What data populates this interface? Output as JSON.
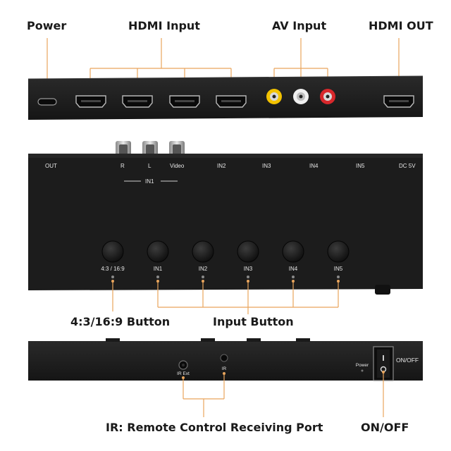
{
  "callouts": {
    "power": "Power",
    "hdmi_input": "HDMI Input",
    "av_input": "AV Input",
    "hdmi_out": "HDMI OUT",
    "aspect_button": "4:3/16:9 Button",
    "input_button": "Input Button",
    "ir_port": "IR: Remote Control Receiving Port",
    "on_off": "ON/OFF"
  },
  "top_panel": {
    "labels": {
      "out": "OUT",
      "r": "R",
      "l": "L",
      "video": "Video",
      "in1": "IN1",
      "in2": "IN2",
      "in3": "IN3",
      "in4": "IN4",
      "in5": "IN5",
      "dc": "DC 5V"
    },
    "buttons": [
      "4:3 / 16:9",
      "IN1",
      "IN2",
      "IN3",
      "IN4",
      "IN5"
    ]
  },
  "side_panel": {
    "ir_ext": "IR Ext",
    "ir": "IR",
    "power": "Power",
    "on_off": "ON/OFF"
  },
  "colors": {
    "device": "#1c1c1c",
    "leader": "#e9a55c",
    "rca_video": "#f2c200",
    "rca_left": "#f0f0f0",
    "rca_right": "#d8282c"
  }
}
